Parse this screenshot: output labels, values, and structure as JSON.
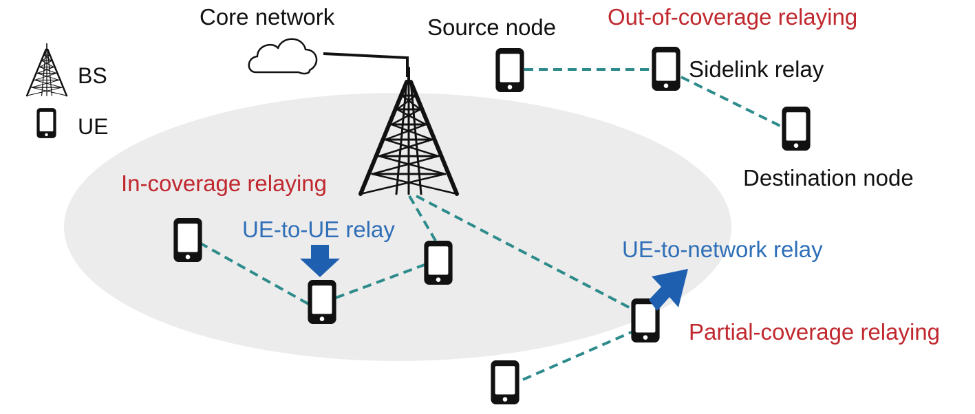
{
  "legend": {
    "bs_label": "BS",
    "ue_label": "UE",
    "bs_icon": "tower-icon",
    "ue_icon": "phone-icon"
  },
  "labels": {
    "core_network": "Core network",
    "source_node": "Source node",
    "out_of_coverage": "Out-of-coverage relaying",
    "sidelink_relay": "Sidelink relay",
    "destination_node": "Destination node",
    "in_coverage": "In-coverage relaying",
    "ue_to_ue_relay": "UE-to-UE relay",
    "ue_to_network_relay": "UE-to-network relay",
    "partial_coverage": "Partial-coverage relaying"
  },
  "colors": {
    "coverage_area": "#ececec",
    "link": "#2e8b8b",
    "category_text": "#c0282e",
    "relay_text": "#2f6fb7",
    "arrow": "#1f5fb0"
  }
}
